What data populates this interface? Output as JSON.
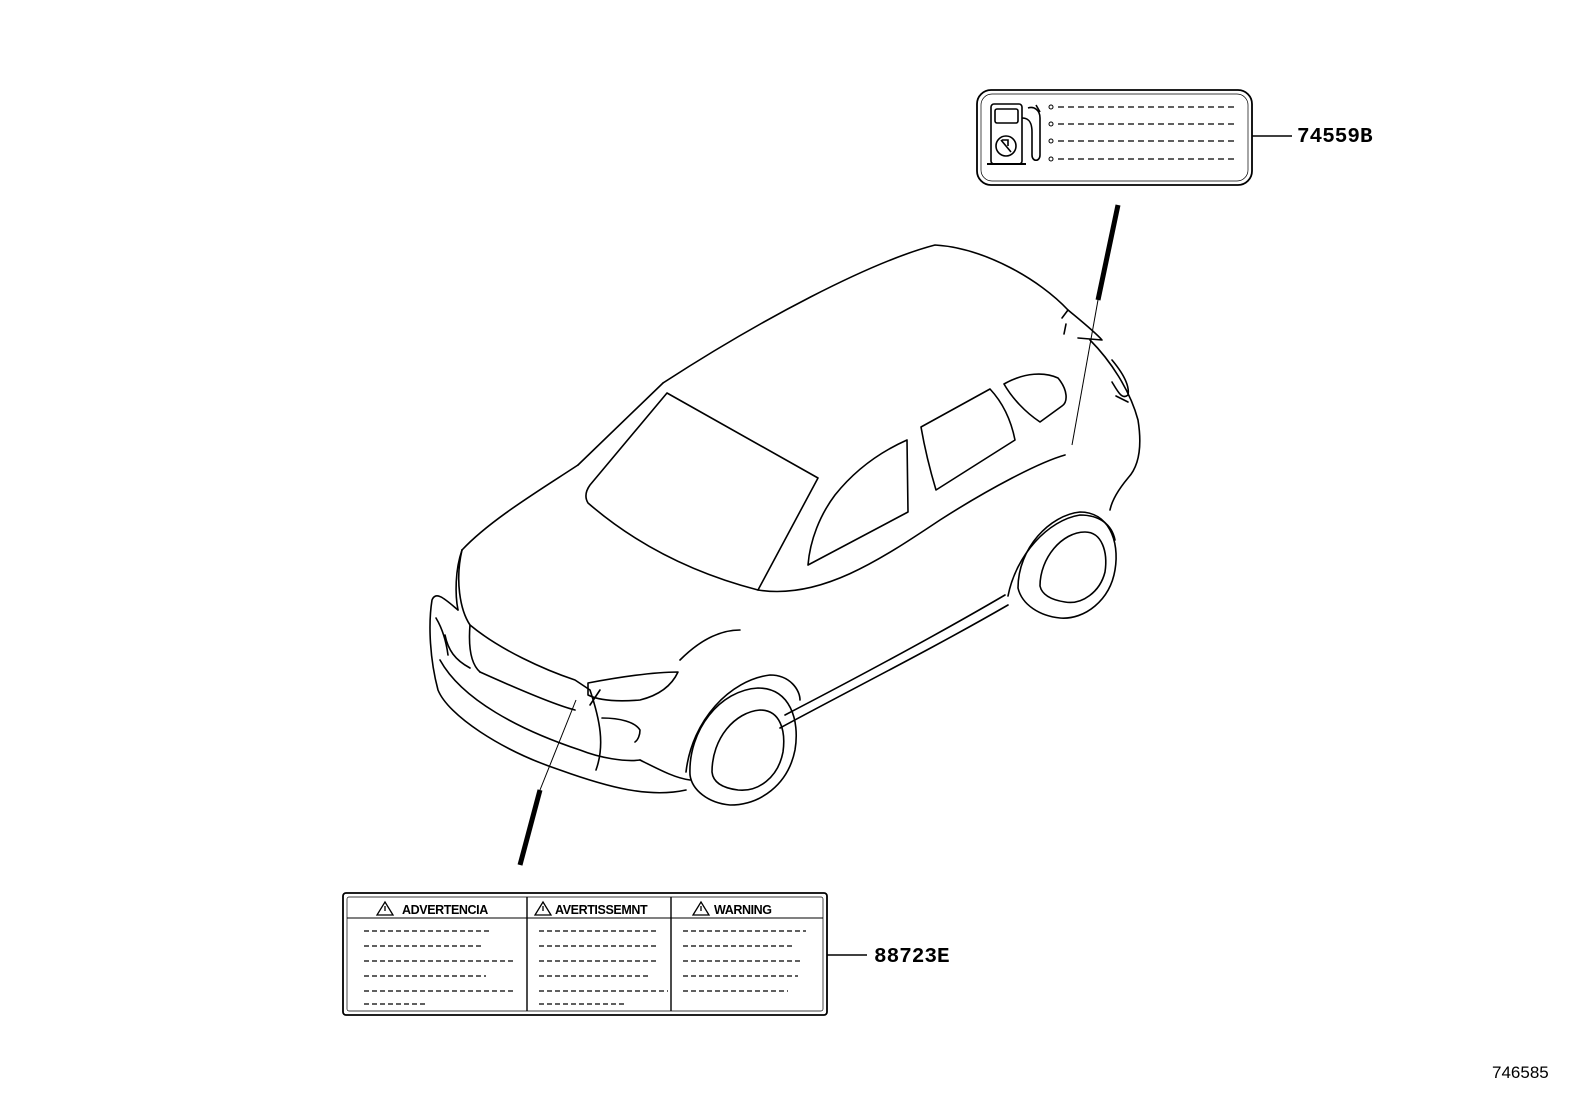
{
  "diagram": {
    "figure_number": "746585",
    "parts": [
      {
        "part_number": "74559B"
      },
      {
        "part_number": "88723E"
      }
    ],
    "warning_label": {
      "columns": [
        {
          "heading": "ADVERTENCIA"
        },
        {
          "heading": "AVERTISSEMNT"
        },
        {
          "heading": "WARNING"
        }
      ]
    },
    "icons": {
      "fuel_label": "fuel-pump-icon",
      "warning": "warning-triangle-icon"
    }
  }
}
